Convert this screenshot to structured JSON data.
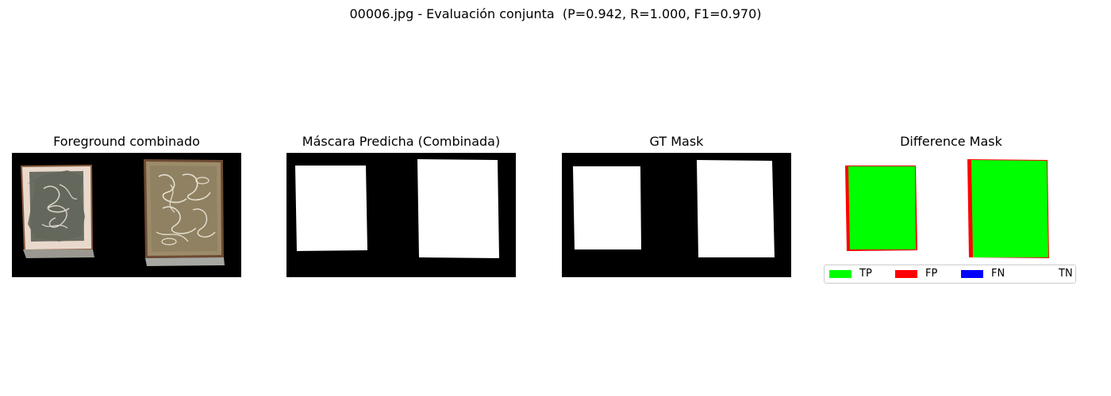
{
  "figure": {
    "title": "00006.jpg - Evaluación conjunta  (P=0.942, R=1.000, F1=0.970)"
  },
  "panels": {
    "foreground": {
      "title": "Foreground combinado"
    },
    "predicted_mask": {
      "title": "Máscara Predicha (Combinada)"
    },
    "gt_mask": {
      "title": "GT Mask"
    },
    "difference_mask": {
      "title": "Difference Mask"
    }
  },
  "legend": {
    "placement": "below Difference Mask",
    "items": [
      {
        "label": "TP",
        "color": "#00ff00"
      },
      {
        "label": "FP",
        "color": "#ff0000"
      },
      {
        "label": "FN",
        "color": "#0000ff"
      },
      {
        "label": "TN",
        "color": "#ffffff"
      }
    ]
  },
  "colors": {
    "background": "#000000",
    "mask": "#ffffff",
    "tp": "#00ff00",
    "fp": "#ff0000",
    "fn": "#0000ff"
  },
  "metrics": {
    "precision": 0.942,
    "recall": 1.0,
    "f1": 0.97
  }
}
